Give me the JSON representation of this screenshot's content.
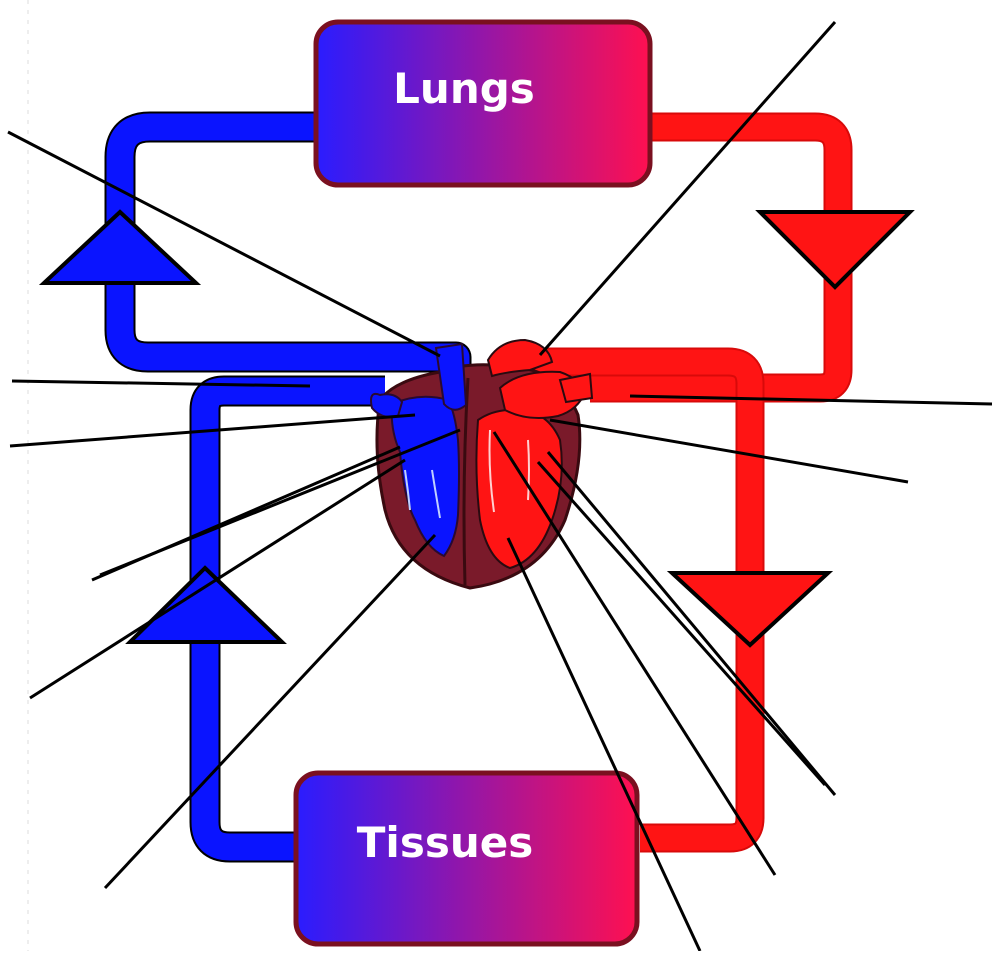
{
  "diagram": {
    "boxes": {
      "lungs": {
        "label": "Lungs"
      },
      "tissues": {
        "label": "Tissues"
      }
    },
    "colors": {
      "deoxygenated": "#0a14ff",
      "oxygenated": "#ff1414",
      "box_border": "#7a1020",
      "box_gradient_start": "#2a1cff",
      "box_gradient_end": "#ff1050",
      "heart_outer": "#7a1a2a",
      "label_text": "#ffffff",
      "leader_line": "#000000"
    },
    "blank_label_lines": 14
  }
}
